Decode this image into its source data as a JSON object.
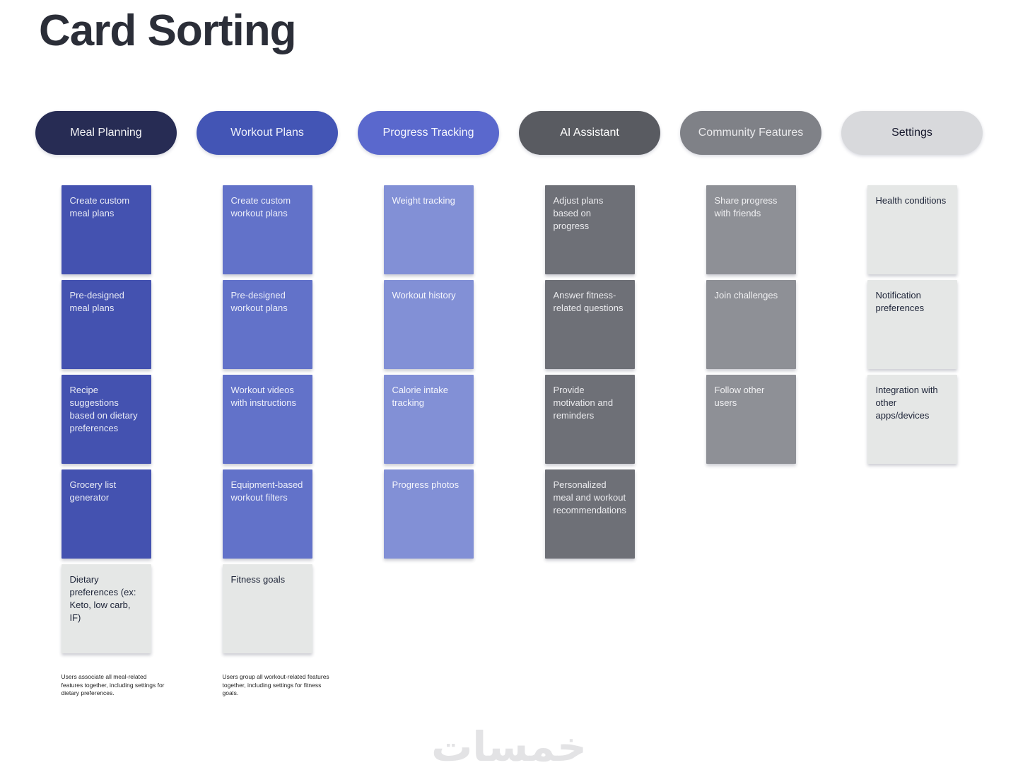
{
  "title": "Card Sorting",
  "watermark": {
    "text": "خمسات"
  },
  "light_card": {
    "bg": "#e5e7e6",
    "fg": "#1d2438"
  },
  "columns": [
    {
      "id": "meal-planning",
      "label": "Meal Planning",
      "pill_bg": "#272c54",
      "pill_fg": "#f2f2f4",
      "card_bg": "#4452b0",
      "card_fg": "#e9ebf5",
      "cards": [
        {
          "text": "Create custom meal plans"
        },
        {
          "text": "Pre-designed meal plans"
        },
        {
          "text": "Recipe suggestions based on dietary preferences"
        },
        {
          "text": "Grocery list generator"
        },
        {
          "text": "Dietary preferences (ex: Keto, low carb, IF)",
          "variant": "light"
        }
      ],
      "note": "Users associate all meal-related features together, including settings for dietary preferences."
    },
    {
      "id": "workout-plans",
      "label": "Workout Plans",
      "pill_bg": "#4355b5",
      "pill_fg": "#eef0fa",
      "card_bg": "#6272c9",
      "card_fg": "#eceef9",
      "cards": [
        {
          "text": "Create custom workout plans"
        },
        {
          "text": "Pre-designed workout plans"
        },
        {
          "text": "Workout videos with instructions"
        },
        {
          "text": "Equipment-based workout filters"
        },
        {
          "text": "Fitness goals",
          "variant": "light"
        }
      ],
      "note": "Users group all workout-related features together, including settings for fitness goals."
    },
    {
      "id": "progress-tracking",
      "label": "Progress Tracking",
      "pill_bg": "#5a68cd",
      "pill_fg": "#f5f6fd",
      "card_bg": "#8290d6",
      "card_fg": "#f4f5fc",
      "cards": [
        {
          "text": "Weight tracking"
        },
        {
          "text": "Workout history"
        },
        {
          "text": "Calorie intake tracking"
        },
        {
          "text": "Progress photos"
        }
      ],
      "note": ""
    },
    {
      "id": "ai-assistant",
      "label": "AI Assistant",
      "pill_bg": "#595b61",
      "pill_fg": "#ffffff",
      "card_bg": "#6e7077",
      "card_fg": "#ebebee",
      "cards": [
        {
          "text": "Adjust plans based on progress"
        },
        {
          "text": "Answer fitness-related questions"
        },
        {
          "text": "Provide motivation and reminders"
        },
        {
          "text": "Personalized meal and workout recommendations"
        }
      ],
      "note": ""
    },
    {
      "id": "community-features",
      "label": "Community Features",
      "pill_bg": "#7f8187",
      "pill_fg": "#e9e9eb",
      "card_bg": "#8e9096",
      "card_fg": "#f0f0f2",
      "cards": [
        {
          "text": "Share progress with friends"
        },
        {
          "text": "Join challenges"
        },
        {
          "text": "Follow other users"
        }
      ],
      "note": ""
    },
    {
      "id": "settings",
      "label": "Settings",
      "pill_bg": "#d8d9dc",
      "pill_fg": "#15172b",
      "card_bg": "#e5e7e6",
      "card_fg": "#1d2438",
      "cards": [
        {
          "text": "Health conditions",
          "variant": "light"
        },
        {
          "text": "Notification preferences",
          "variant": "light"
        },
        {
          "text": "Integration with other apps/devices",
          "variant": "light"
        }
      ],
      "note": ""
    }
  ]
}
